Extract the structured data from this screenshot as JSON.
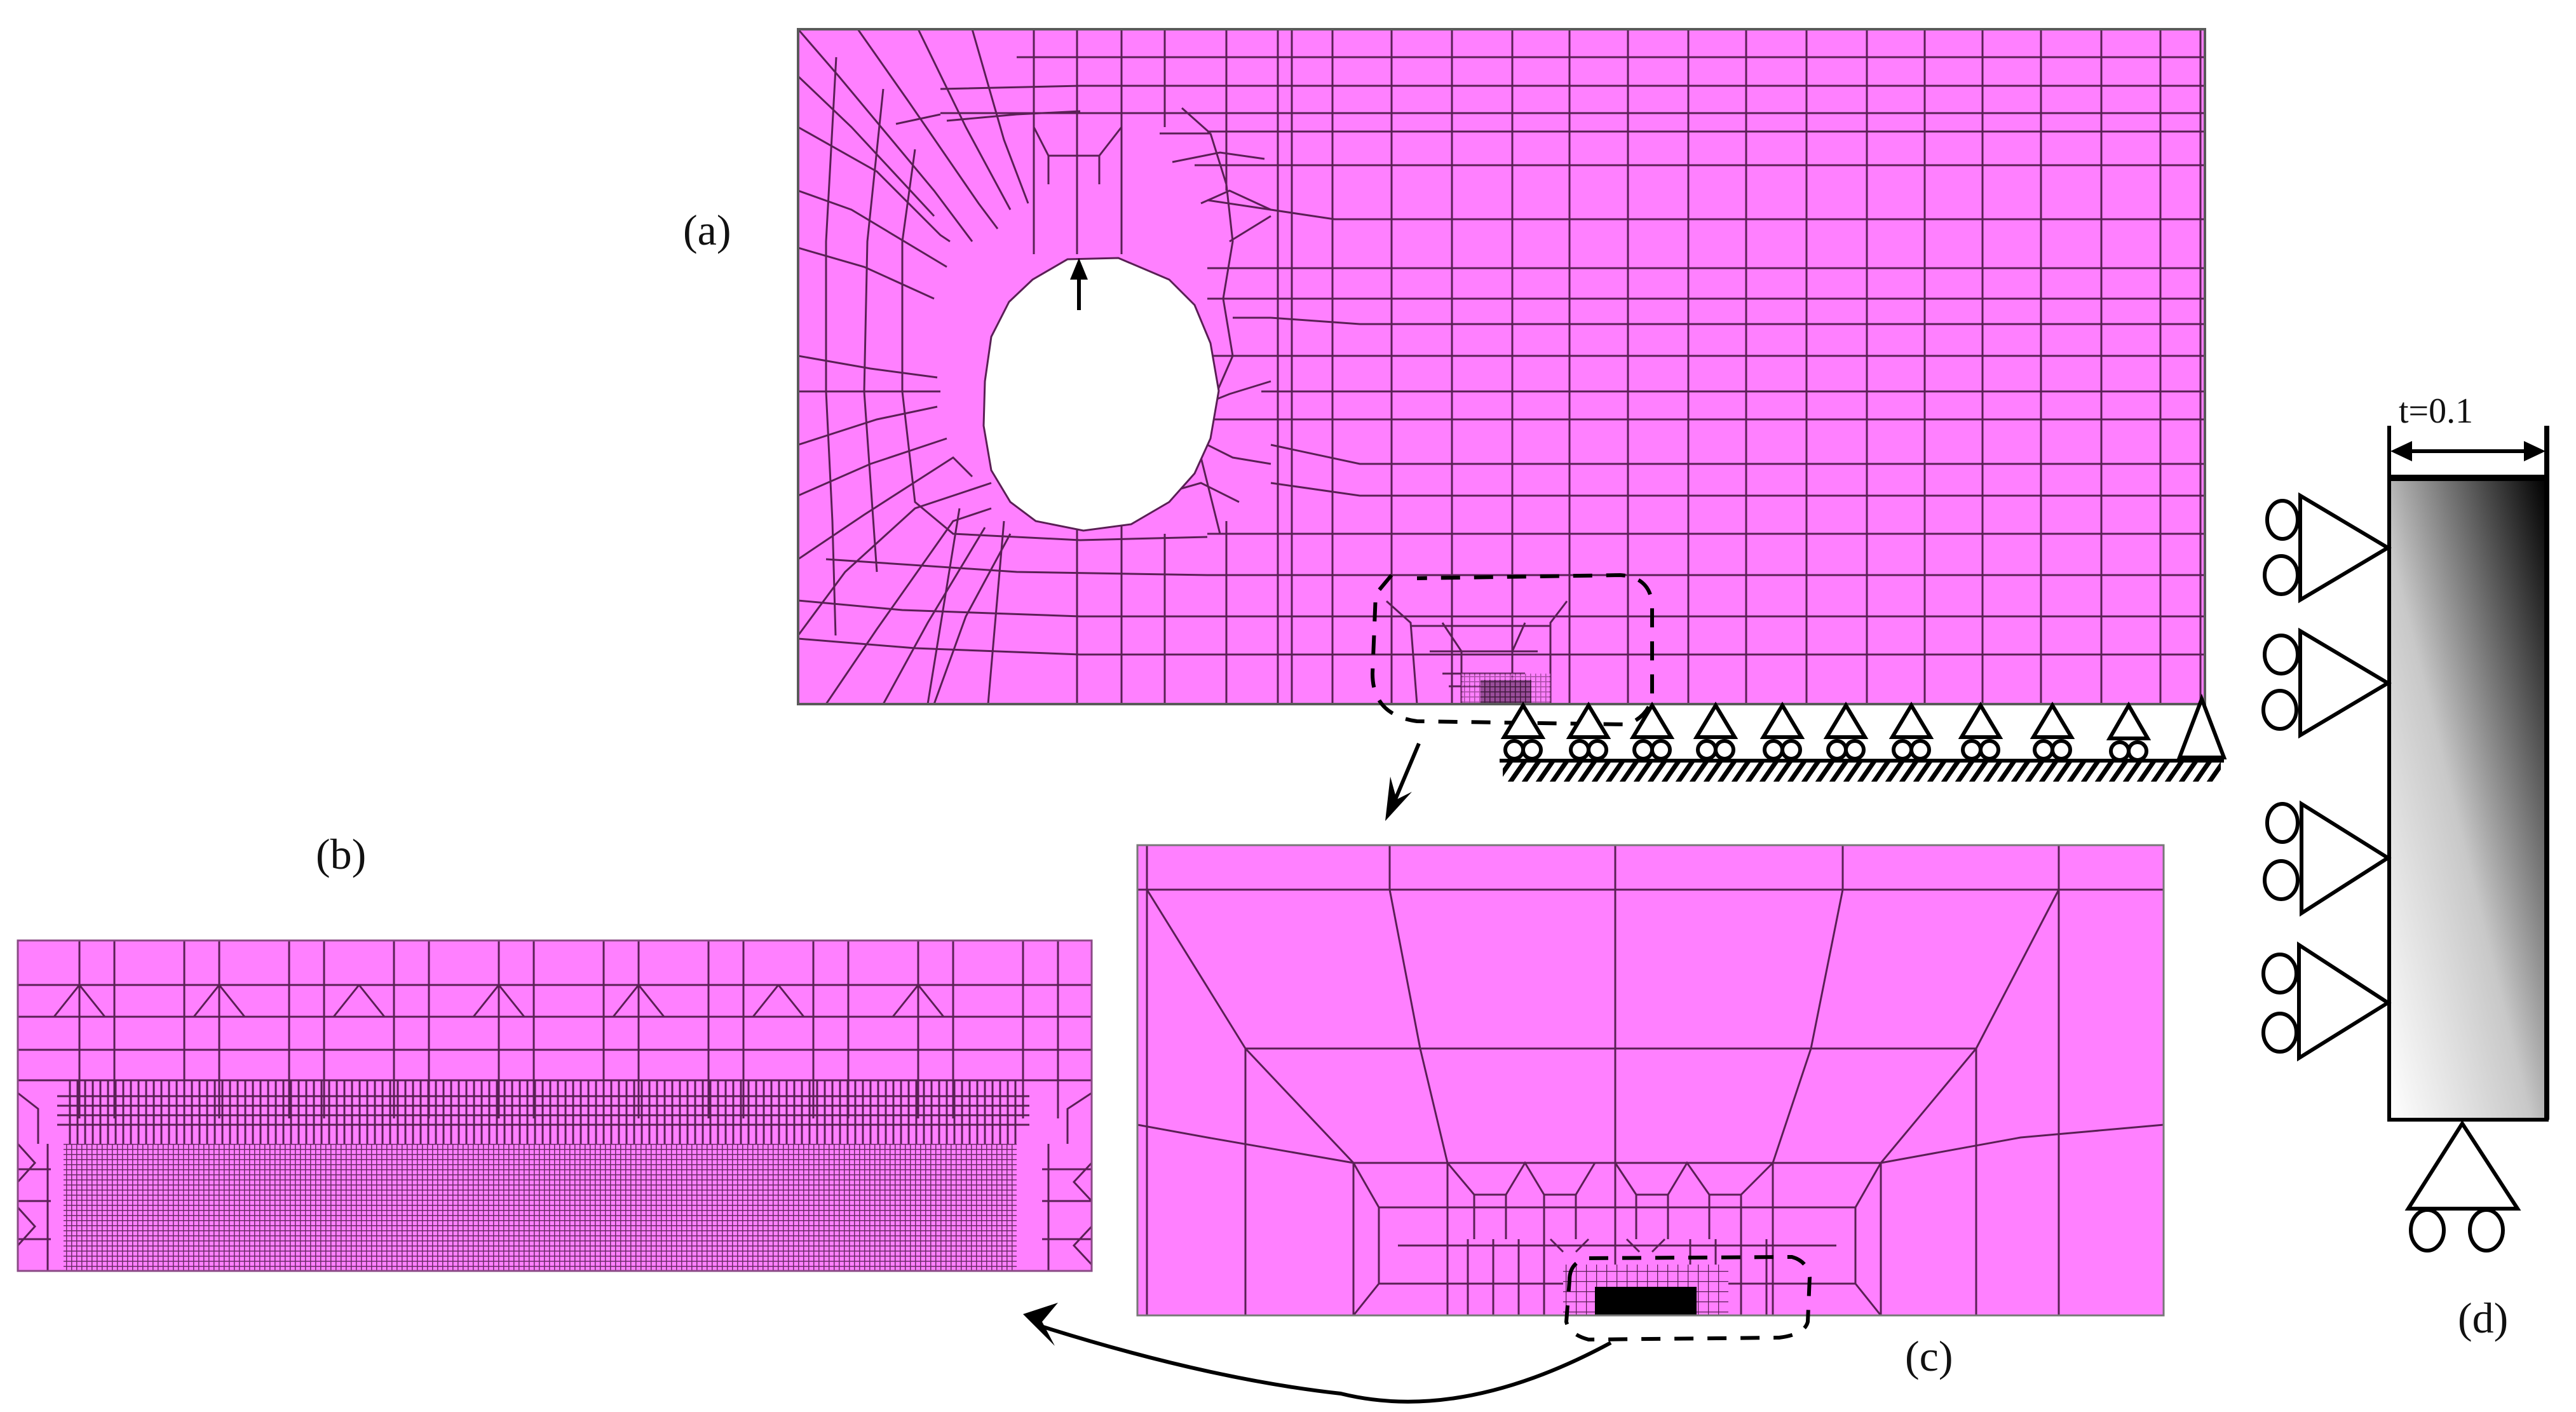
{
  "figure": {
    "description": "Finite element mesh of a plate with a circular hole and an edge crack; zoomed mesh refinement near the crack tip; side view with thickness",
    "colors": {
      "mesh_fill": "#ff80ff",
      "mesh_lines": "#5a1f55",
      "symbols": "#000000",
      "background": "#ffffff"
    }
  },
  "panels": {
    "a": {
      "label": "(a)",
      "content": "Global quadrilateral mesh of rectangular plate with circular hole; upward arrow at hole top; dashed callout around crack region at bottom edge",
      "boundary": "11 supports along bottom-right edge over hatched ground (10 roller supports, 1 pinned support at right corner)"
    },
    "b": {
      "label": "(b)",
      "content": "Highly refined mesh around the crack (detail of the dashed region in c)"
    },
    "c": {
      "label": "(c)",
      "content": "Intermediate zoom of the mesh transition region near the crack; dashed callout around dense crack zone"
    },
    "d": {
      "label": "(d)",
      "content": "Side view of plate with gradient shading; 4 lateral roller supports on left face, 1 roller support at bottom",
      "dimension": "t=0.1"
    }
  },
  "supports": {
    "panel_a_count": 11,
    "panel_d_side_count": 4,
    "panel_d_bottom_count": 1
  }
}
